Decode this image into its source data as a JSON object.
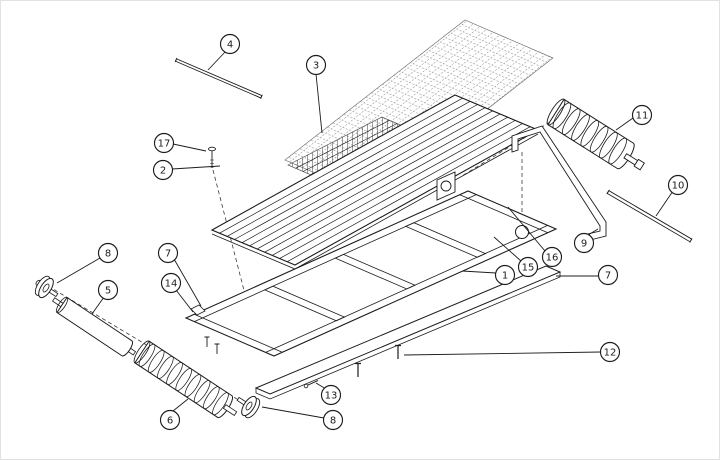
{
  "figure": {
    "type": "exploded-parts-diagram",
    "background_color": "#ffffff",
    "line_color": "#1c1c1c"
  },
  "callouts": [
    {
      "label": "1",
      "position": "center-right"
    },
    {
      "label": "2",
      "position": "left"
    },
    {
      "label": "3",
      "position": "top-center"
    },
    {
      "label": "4",
      "position": "top-left"
    },
    {
      "label": "5",
      "position": "left"
    },
    {
      "label": "6",
      "position": "bottom-left"
    },
    {
      "label": "7",
      "position": "left"
    },
    {
      "label": "7",
      "position": "right"
    },
    {
      "label": "8",
      "position": "left"
    },
    {
      "label": "8",
      "position": "bottom-center"
    },
    {
      "label": "9",
      "position": "right"
    },
    {
      "label": "10",
      "position": "right"
    },
    {
      "label": "11",
      "position": "top-right"
    },
    {
      "label": "12",
      "position": "bottom-right"
    },
    {
      "label": "13",
      "position": "bottom-center"
    },
    {
      "label": "14",
      "position": "center-left"
    },
    {
      "label": "15",
      "position": "center-right"
    },
    {
      "label": "16",
      "position": "center-right"
    },
    {
      "label": "17",
      "position": "left"
    }
  ]
}
